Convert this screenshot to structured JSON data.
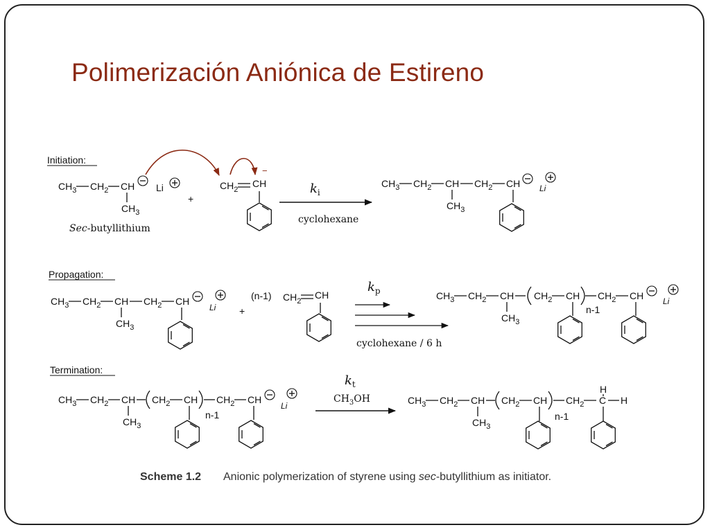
{
  "slide": {
    "title": "Polimerización Aniónica de Estireno"
  },
  "sections": {
    "initiation": "Initiation:",
    "propagation": "Propagation:",
    "termination": "Termination:"
  },
  "labels": {
    "sec_butyllithium_prefix": "Sec",
    "sec_butyllithium_rest": "-butyllithium",
    "cyclohexane": "cyclohexane",
    "cyclohexane_6h": "cyclohexane / 6 h",
    "ch3oh": "CH3OH",
    "n_minus_1_paren": "(n-1)",
    "n_minus_1": "n-1",
    "plus": "+",
    "minus": "−",
    "li": "Li",
    "h": "H",
    "k": "k",
    "ki_sub": "i",
    "kp_sub": "p",
    "kt_sub": "t"
  },
  "caption": {
    "scheme_number": "Scheme 1.2",
    "text_before": "Anionic polymerization of styrene using ",
    "text_italic": "sec",
    "text_after": "-butyllithium as initiator."
  },
  "colors": {
    "title": "#8b2a14",
    "curly_arrows": "#8b2a14",
    "frame": "#222222"
  }
}
